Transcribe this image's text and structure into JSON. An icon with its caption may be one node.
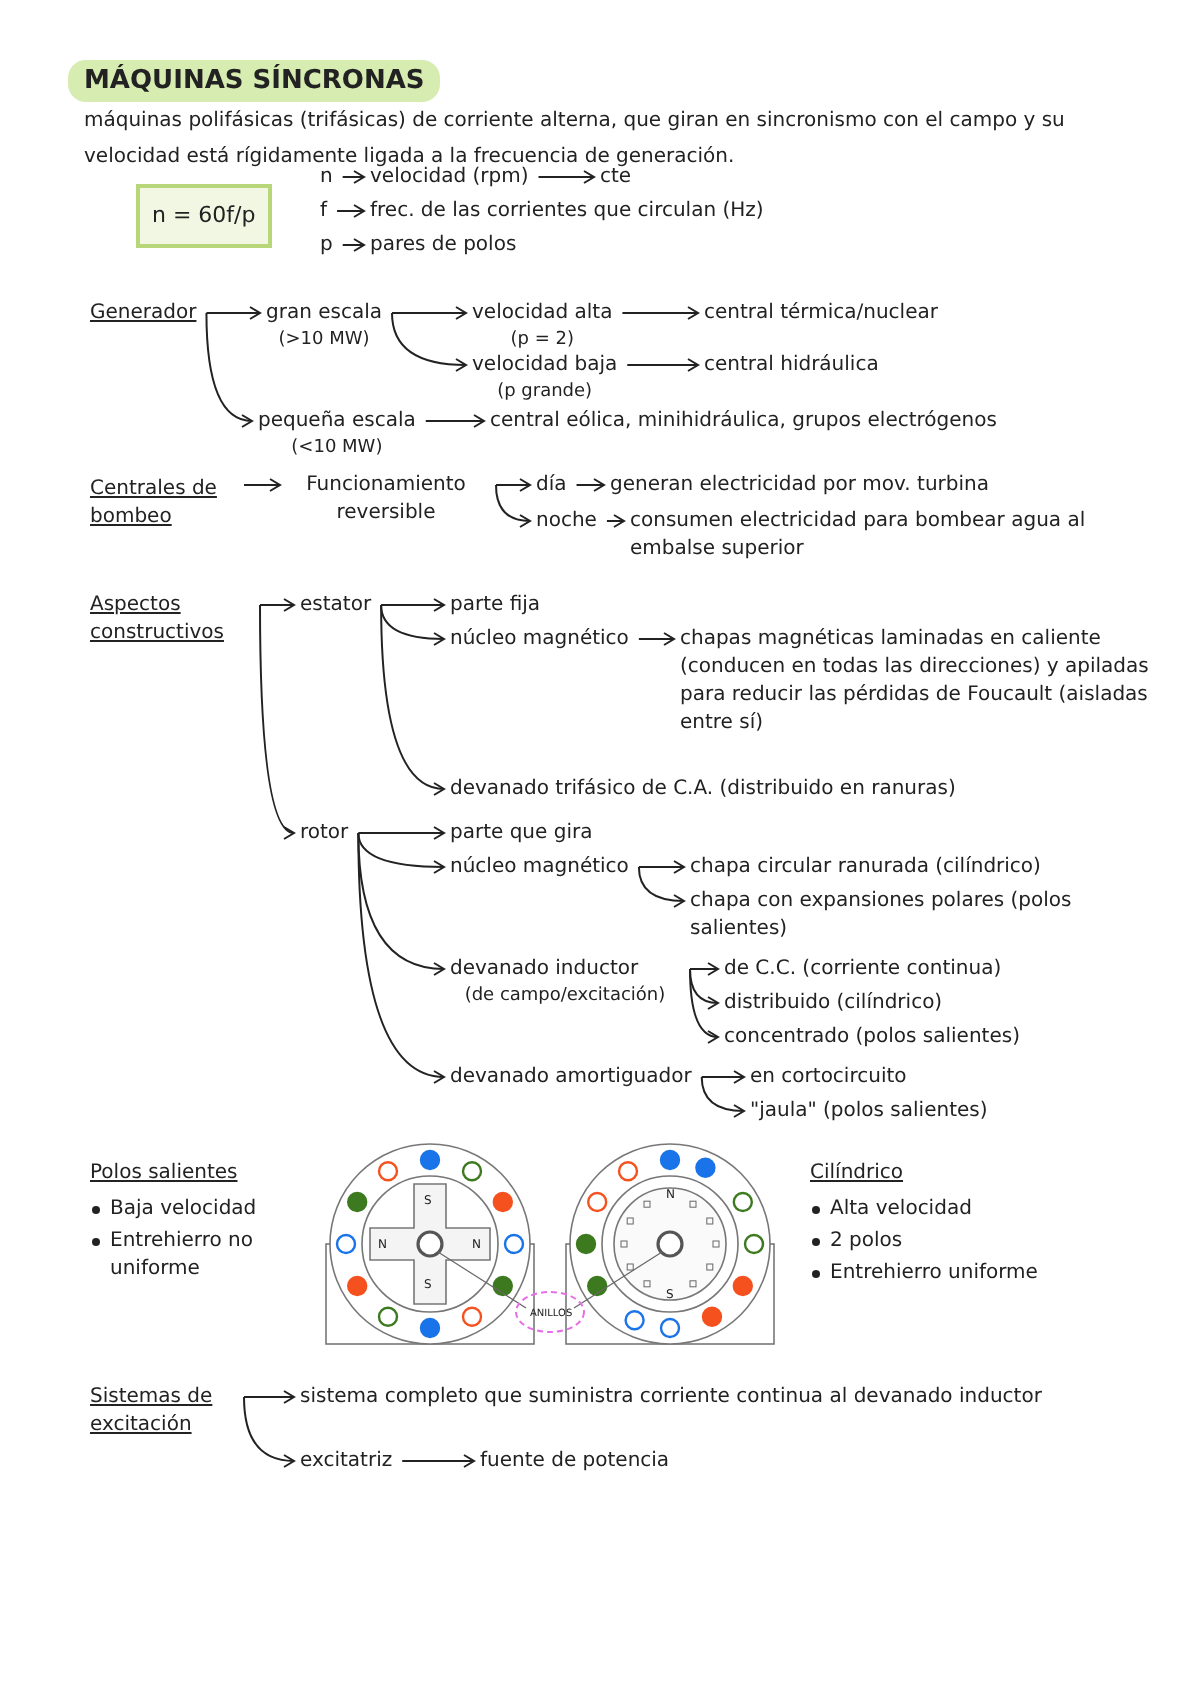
{
  "diagram": {
    "title": "MÁQUINAS SÍNCRONAS",
    "nodes": [
      {
        "text": [
          "n = 60f/p"
        ]
      },
      {
        "text": [
          "n"
        ]
      },
      {
        "text": [
          "velocidad (rpm)"
        ]
      },
      {
        "text": [
          "cte"
        ]
      },
      {
        "text": [
          "f"
        ]
      },
      {
        "text": [
          "frec. de las corrientes que circulan (Hz)"
        ]
      },
      {
        "text": [
          "p"
        ]
      },
      {
        "text": [
          "pares de polos"
        ]
      },
      {
        "text": [
          "Generador"
        ]
      },
      {
        "text": [
          "gran escala",
          "(>10 MW)"
        ]
      },
      {
        "text": [
          "velocidad alta",
          "(p = 2)"
        ]
      },
      {
        "text": [
          "central térmica/nuclear"
        ]
      },
      {
        "text": [
          "velocidad baja",
          "(p grande)"
        ]
      },
      {
        "text": [
          "central hidráulica"
        ]
      },
      {
        "text": [
          "pequeña escala",
          "(<10 MW)"
        ]
      },
      {
        "text": [
          "central eólica, minihidráulica, grupos electrógenos"
        ]
      },
      {
        "text": [
          "Centrales de bombeo"
        ]
      },
      {
        "text": [
          "Funcionamiento reversible"
        ]
      },
      {
        "text": [
          "día"
        ]
      },
      {
        "text": [
          "generan electricidad por mov. turbina"
        ]
      },
      {
        "text": [
          "noche"
        ]
      },
      {
        "text": [
          "consumen electricidad para bombear agua al embalse superior"
        ]
      },
      {
        "text": [
          "Aspectos constructivos"
        ]
      },
      {
        "text": [
          "estator"
        ]
      },
      {
        "text": [
          "parte fija"
        ]
      },
      {
        "text": [
          "núcleo magnético"
        ]
      },
      {
        "text": [
          "chapas magnéticas laminadas en caliente (conducen en todas las direcciones) y apiladas para reducir las pérdidas de Foucault (aisladas entre sí)"
        ]
      },
      {
        "text": [
          "devanado trifásico de C.A. (distribuido en ranuras)"
        ]
      },
      {
        "text": [
          "rotor"
        ]
      },
      {
        "text": [
          "parte que gira"
        ]
      },
      {
        "text": [
          "núcleo magnético"
        ]
      },
      {
        "text": [
          "chapa circular ranurada (cilíndrico)"
        ]
      },
      {
        "text": [
          "chapa con expansiones polares (polos salientes)"
        ]
      },
      {
        "text": [
          "devanado inductor",
          "(de campo/excitación)"
        ]
      },
      {
        "text": [
          "de C.C. (corriente continua)"
        ]
      },
      {
        "text": [
          "distribuido (cilíndrico)"
        ]
      },
      {
        "text": [
          "concentrado (polos salientes)"
        ]
      },
      {
        "text": [
          "devanado amortiguador"
        ]
      },
      {
        "text": [
          "en cortocircuito"
        ]
      },
      {
        "text": [
          "\"jaula\" (polos salientes)"
        ]
      },
      {
        "text": [
          "Sistemas de excitación"
        ]
      },
      {
        "text": [
          "sistema completo que suministra corriente continua al devanado inductor"
        ]
      },
      {
        "text": [
          "excitatriz"
        ]
      },
      {
        "text": [
          "fuente de potencia"
        ]
      }
    ],
    "edges": [
      {
        "from": 1,
        "to": 2,
        "arrow": "to"
      },
      {
        "from": 2,
        "to": 3,
        "arrow": "to"
      },
      {
        "from": 4,
        "to": 5,
        "arrow": "to"
      },
      {
        "from": 6,
        "to": 7,
        "arrow": "to"
      },
      {
        "from": 8,
        "to": 9,
        "arrow": "to"
      },
      {
        "from": 8,
        "to": 14,
        "arrow": "to"
      },
      {
        "from": 9,
        "to": 10,
        "arrow": "to"
      },
      {
        "from": 9,
        "to": 12,
        "arrow": "to"
      },
      {
        "from": 10,
        "to": 11,
        "arrow": "to"
      },
      {
        "from": 12,
        "to": 13,
        "arrow": "to"
      },
      {
        "from": 14,
        "to": 15,
        "arrow": "to"
      },
      {
        "from": 16,
        "to": 17,
        "arrow": "to"
      },
      {
        "from": 17,
        "to": 18,
        "arrow": "to"
      },
      {
        "from": 17,
        "to": 20,
        "arrow": "to"
      },
      {
        "from": 18,
        "to": 19,
        "arrow": "to"
      },
      {
        "from": 20,
        "to": 21,
        "arrow": "to"
      },
      {
        "from": 22,
        "to": 23,
        "arrow": "to"
      },
      {
        "from": 22,
        "to": 28,
        "arrow": "to"
      },
      {
        "from": 23,
        "to": 24,
        "arrow": "to"
      },
      {
        "from": 23,
        "to": 25,
        "arrow": "to"
      },
      {
        "from": 23,
        "to": 27,
        "arrow": "to"
      },
      {
        "from": 25,
        "to": 26,
        "arrow": "to"
      },
      {
        "from": 28,
        "to": 29,
        "arrow": "to"
      },
      {
        "from": 28,
        "to": 30,
        "arrow": "to"
      },
      {
        "from": 28,
        "to": 33,
        "arrow": "to"
      },
      {
        "from": 28,
        "to": 37,
        "arrow": "to"
      },
      {
        "from": 30,
        "to": 31,
        "arrow": "to"
      },
      {
        "from": 30,
        "to": 32,
        "arrow": "to"
      },
      {
        "from": 33,
        "to": 34,
        "arrow": "to"
      },
      {
        "from": 33,
        "to": 35,
        "arrow": "to"
      },
      {
        "from": 33,
        "to": 36,
        "arrow": "to"
      },
      {
        "from": 37,
        "to": 38,
        "arrow": "to"
      },
      {
        "from": 37,
        "to": 39,
        "arrow": "to"
      },
      {
        "from": 40,
        "to": 41,
        "arrow": "to"
      },
      {
        "from": 40,
        "to": 42,
        "arrow": "to"
      },
      {
        "from": 42,
        "to": 43,
        "arrow": "to"
      }
    ],
    "labels": [
      "máquinas polifásicas (trifásicas) de corriente alterna, que giran en sincronismo con el campo y su velocidad está rígidamente ligada a la frecuencia de generación.",
      "Polos salientes",
      "Baja velocidad",
      "Entrehierro no uniforme",
      "S",
      "N",
      "N",
      "S",
      "ANILLOS",
      "N",
      "S",
      "Cilíndrico",
      "Alta velocidad",
      "2 polos",
      "Entrehierro uniforme"
    ]
  }
}
